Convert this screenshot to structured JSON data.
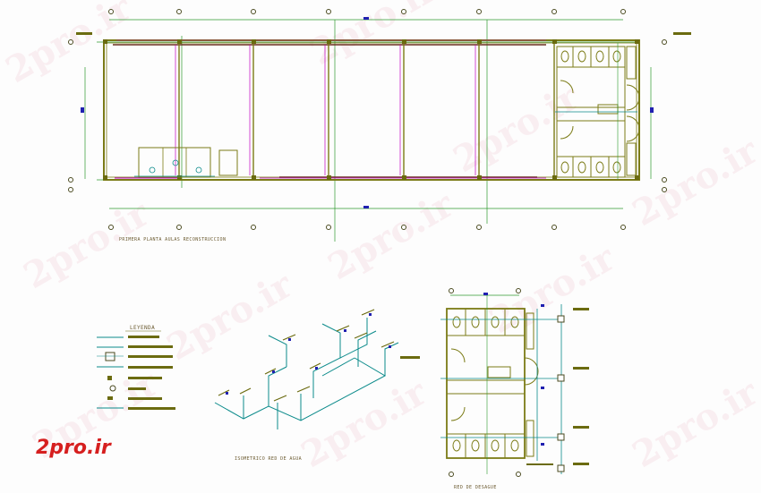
{
  "plan_title": "PRIMERA PLANTA AULAS RECONSTRUCCION",
  "legend_title": "LEYENDA",
  "isometric_title": "ISOMETRICO RED DE AGUA",
  "drainage_title": "RED DE DESAGUE",
  "logo_text": "2pro.ir",
  "watermark_text": "2pro.ir",
  "colors": {
    "wall": "#7b7b16",
    "dimension": "#2e9a2e",
    "pipe_water": "#0a8a8a",
    "pipe_drain": "#c000c0",
    "axis_marker": "#2a2a6a",
    "logo": "#d61f1f"
  }
}
